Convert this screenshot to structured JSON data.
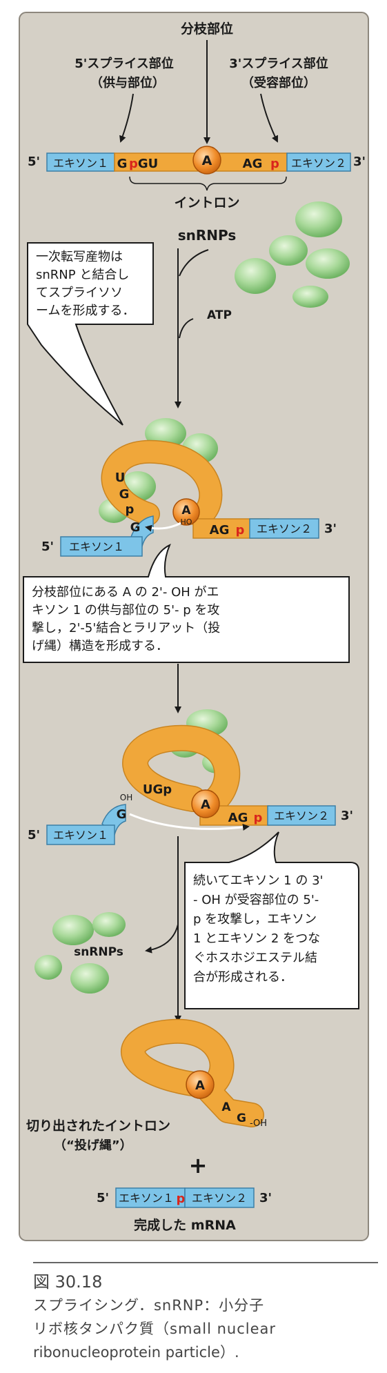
{
  "labels": {
    "branch_site": "分枝部位",
    "five_splice_site": "5'スプライス部位",
    "donor_site": "（供与部位）",
    "three_splice_site": "3'スプライス部位",
    "acceptor_site": "（受容部位）",
    "five_end": "5'",
    "three_end": "3'",
    "exon1": "エキソン１",
    "exon2": "エキソン２",
    "g": "G",
    "pgu": "pGU",
    "a": "A",
    "ag": "AG",
    "p": "p",
    "u": "U",
    "ho": "HO",
    "oh": "OH",
    "oh_tail": "-OH",
    "intron": "イントロン",
    "snrnps": "snRNPs",
    "atp": "ATP",
    "plus": "+",
    "excised_intron_1": "切り出されたイントロン",
    "excised_intron_2": "（“投げ縄”）",
    "complete_mrna": "完成した mRNA"
  },
  "callouts": {
    "c1": [
      "一次転写産物は",
      "snRNP と結合し",
      "てスプライソソ",
      "ームを形成する．"
    ],
    "c2": [
      "分枝部位にある A の 2'- OH がエ",
      "キソン 1 の供与部位の 5'- p を攻",
      "撃し，2'-5'結合とラリアット（投",
      "げ縄）構造を形成する．"
    ],
    "c3": [
      "続いてエキソン 1 の 3'",
      "- OH が受容部位の 5'-",
      "p を攻撃し，エキソン",
      "1 とエキソン 2 をつな",
      "ぐホスホジエステル結",
      "合が形成される．"
    ]
  },
  "caption": {
    "figure_number": "図 30.18",
    "text_1": "スプライシング．snRNP：小分子",
    "text_2": "リボ核タンパク質（small nuclear",
    "text_3": "ribonucleoprotein particle）."
  },
  "colors": {
    "panel": "#d5d0c6",
    "exon": "#7dc4e8",
    "intron": "#f0a73a",
    "intron_edge": "#c98420",
    "snrnp": "#9ed18c",
    "a_circle": "#e8801e",
    "phosphate": "#d9261c"
  }
}
